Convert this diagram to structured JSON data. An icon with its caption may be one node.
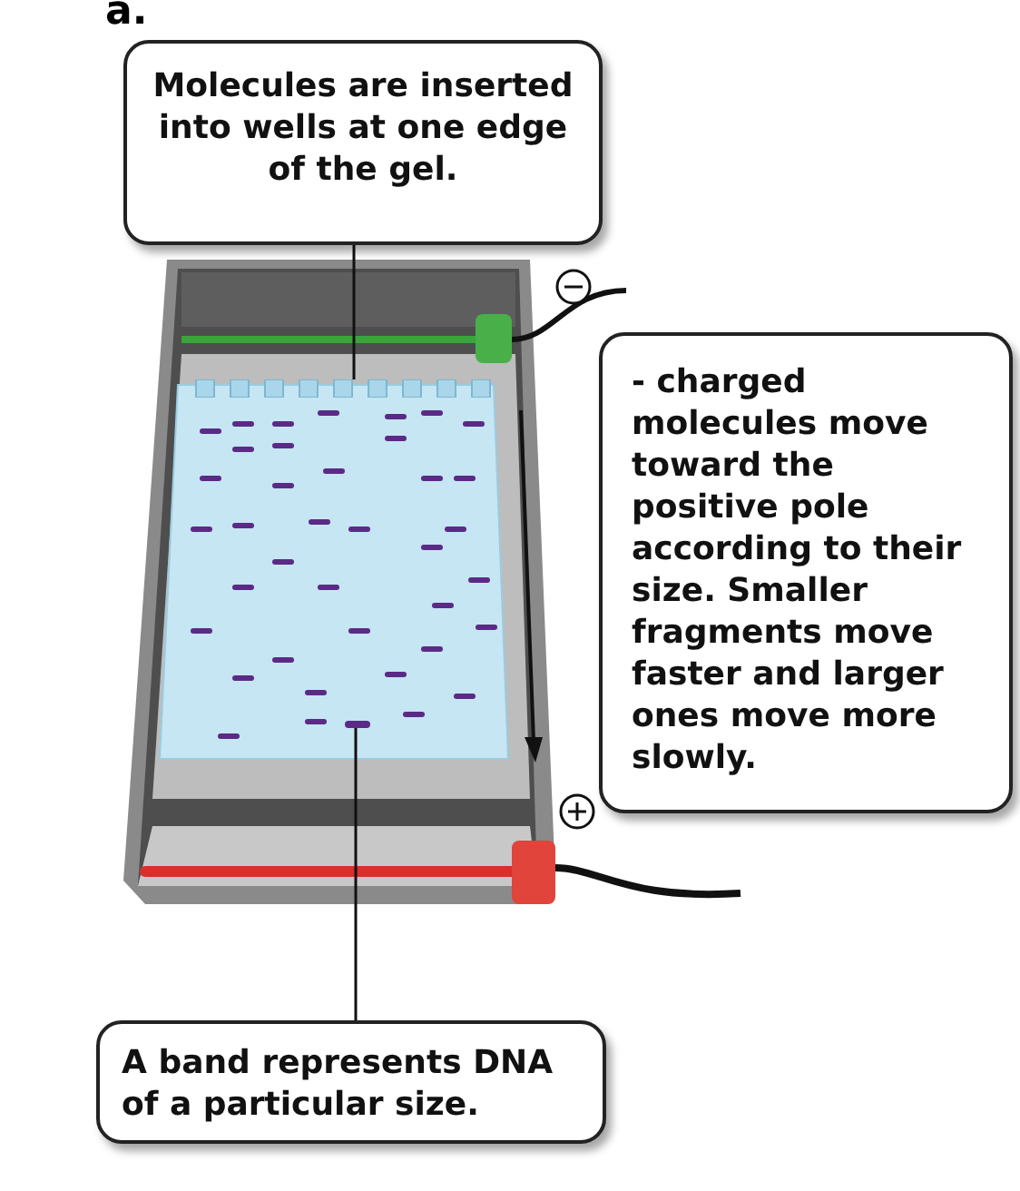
{
  "diagram": {
    "nodes": [
      {
        "text": [
          "Molecules are inserted into wells at one edge of the gel."
        ]
      },
      {
        "text": [],
        "shape": "box"
      },
      {
        "text": [
          "- charged molecules move toward the positive pole according to their size. Smaller fragments move faster and larger ones move more slowly."
        ]
      },
      {
        "text": [
          "A band represents DNA of a particular size."
        ]
      },
      {
        "text": [],
        "shape": "bar"
      }
    ],
    "edges": [
      {
        "from": 0,
        "to": 1,
        "arrow": "none"
      },
      {
        "from": 3,
        "to": 4,
        "arrow": "none"
      }
    ],
    "labels": [
      "a."
    ]
  }
}
